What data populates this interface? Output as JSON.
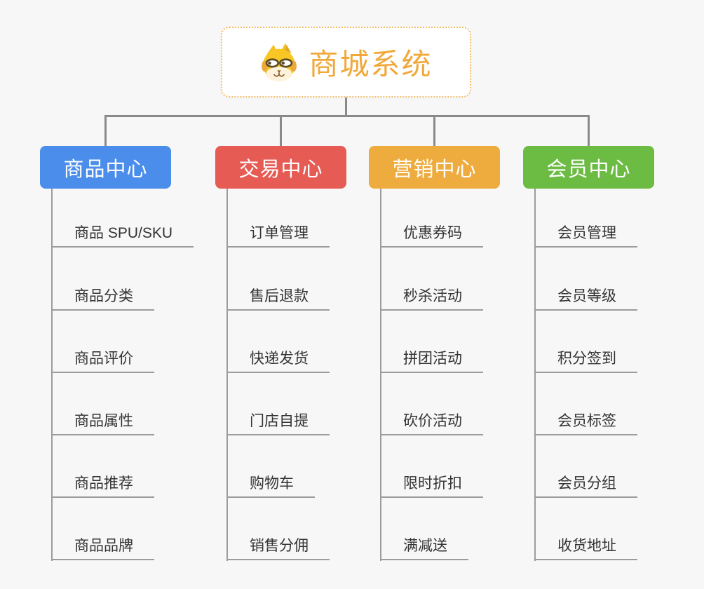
{
  "page": {
    "background": "#f7f7f7",
    "connector_color": "#8a8a8a",
    "leaf_text_color": "#333333",
    "leaf_line_color": "#9c9c9c"
  },
  "root": {
    "label": "商城系统",
    "text_color": "#f1a83b",
    "border_color": "#f2bd69",
    "icon": "dog-face-icon"
  },
  "branches": [
    {
      "label": "商品中心",
      "color": "#4a8dea",
      "items": [
        "商品 SPU/SKU",
        "商品分类",
        "商品评价",
        "商品属性",
        "商品推荐",
        "商品品牌"
      ]
    },
    {
      "label": "交易中心",
      "color": "#e65b54",
      "items": [
        "订单管理",
        "售后退款",
        "快递发货",
        "门店自提",
        "购物车",
        "销售分佣"
      ]
    },
    {
      "label": "营销中心",
      "color": "#eeac3e",
      "items": [
        "优惠券码",
        "秒杀活动",
        "拼团活动",
        "砍价活动",
        "限时折扣",
        "满减送"
      ]
    },
    {
      "label": "会员中心",
      "color": "#6cbc44",
      "items": [
        "会员管理",
        "会员等级",
        "积分签到",
        "会员标签",
        "会员分组",
        "收货地址"
      ]
    }
  ]
}
